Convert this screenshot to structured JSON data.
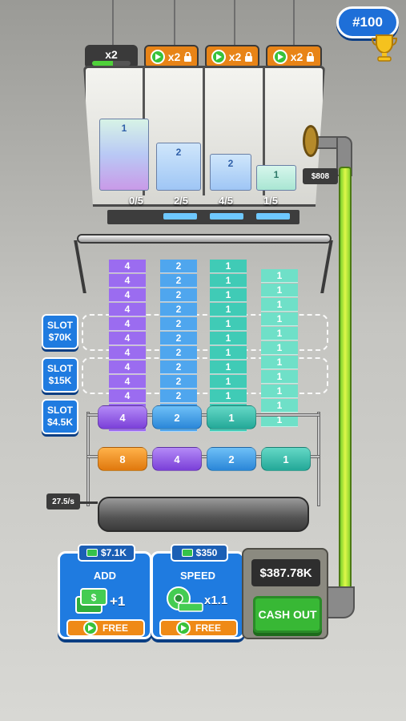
{
  "rank": {
    "label": "#100"
  },
  "multipliers": [
    {
      "label": "x2",
      "progress": 0.55,
      "locked": false
    },
    {
      "label": "x2",
      "locked": true
    },
    {
      "label": "x2",
      "locked": true
    },
    {
      "label": "x2",
      "locked": true
    }
  ],
  "hopper": {
    "counts": [
      "0/5",
      "2/5",
      "4/5",
      "1/5"
    ],
    "stack_labels": [
      "1",
      "2",
      "2",
      "1"
    ],
    "value_tag": "$808"
  },
  "columns": [
    {
      "denomination": "4",
      "color": "#9b6cf0"
    },
    {
      "denomination": "2",
      "color": "#4fa6ee"
    },
    {
      "denomination": "1",
      "color": "#40cbb6"
    },
    {
      "denomination": "1",
      "color": "#6fe0c8"
    }
  ],
  "rollers": {
    "row1": [
      "4",
      "2",
      "1",
      ""
    ],
    "row2": [
      "8",
      "4",
      "2",
      "1"
    ]
  },
  "slots": [
    {
      "line1": "SLOT",
      "line2": "$70K"
    },
    {
      "line1": "SLOT",
      "line2": "$15K"
    },
    {
      "line1": "SLOT",
      "line2": "$4.5K"
    }
  ],
  "speed_rate": "27.5/s",
  "upgrades": {
    "add": {
      "price": "$7.1K",
      "title": "ADD",
      "bonus": "+1",
      "free_label": "FREE"
    },
    "speed": {
      "price": "$350",
      "title": "SPEED",
      "bonus": "x1.1",
      "free_label": "FREE"
    }
  },
  "cashout": {
    "balance": "$387.78K",
    "button_label": "CASH OUT"
  },
  "colors": {
    "accent_blue": "#1f7be0",
    "orange": "#ef8a16",
    "green": "#38b835"
  }
}
